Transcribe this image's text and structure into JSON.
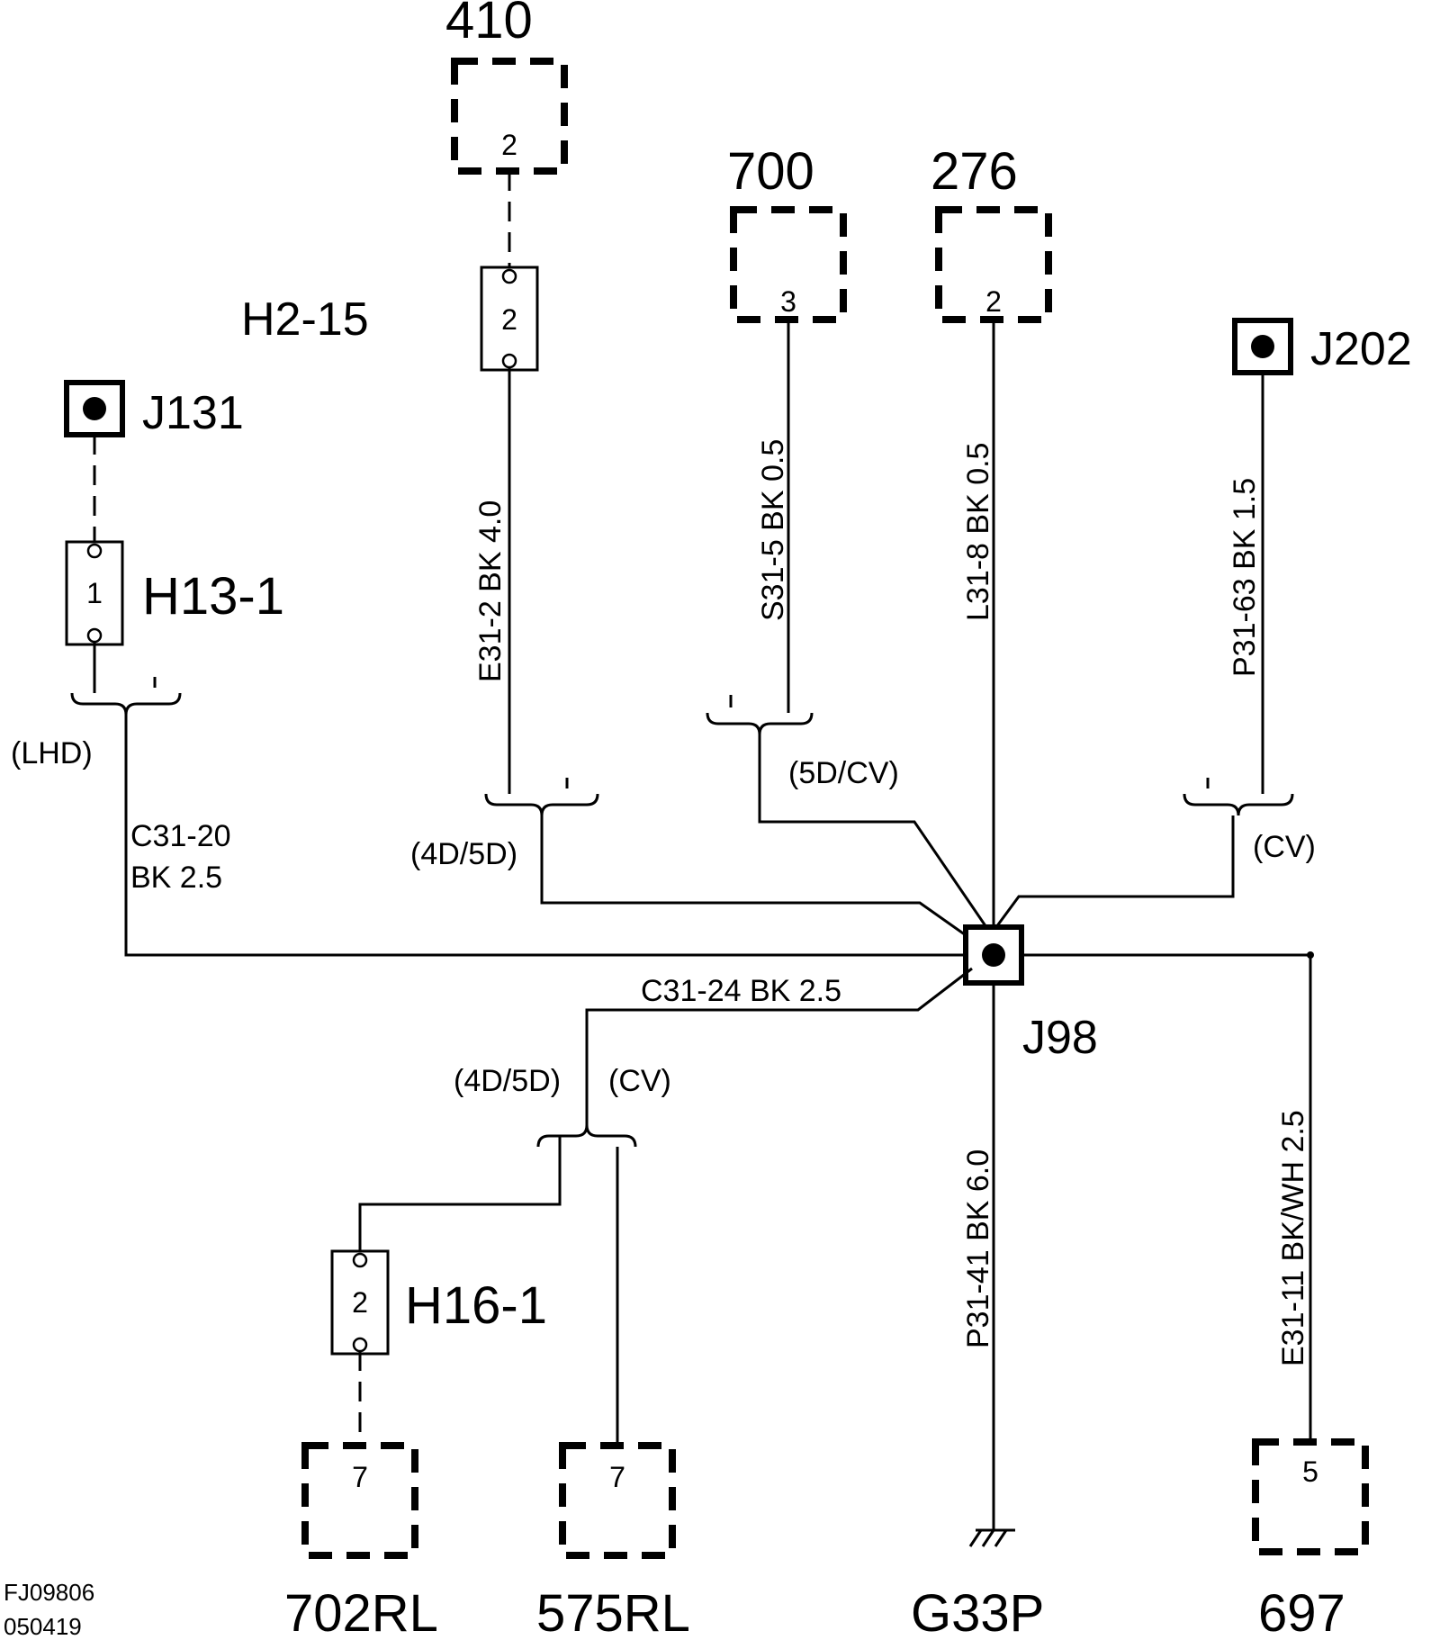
{
  "components": {
    "c410": {
      "id": "410",
      "pin": "2"
    },
    "c700": {
      "id": "700",
      "pin": "3"
    },
    "c276": {
      "id": "276",
      "pin": "2"
    },
    "c702": {
      "id": "702RL",
      "pin": "7"
    },
    "c575": {
      "id": "575RL",
      "pin": "7"
    },
    "c697": {
      "id": "697",
      "pin": "5"
    }
  },
  "connectors": {
    "h215": {
      "id": "H2-15",
      "pin": "2"
    },
    "h131": {
      "id": "H13-1",
      "pin": "1"
    },
    "h161": {
      "id": "H16-1",
      "pin": "2"
    }
  },
  "splices": {
    "j131": "J131",
    "j202": "J202",
    "j98": "J98"
  },
  "ground": "G33P",
  "wires": {
    "e31_2": "E31-2  BK  4.0",
    "s31_5": "S31-5  BK  0.5",
    "l31_8": "L31-8  BK  0.5",
    "p31_63": "P31-63  BK  1.5",
    "c31_20_line1": "C31-20",
    "c31_20_line2": "BK  2.5",
    "c31_24": "C31-24  BK  2.5",
    "p31_41": "P31-41  BK  6.0",
    "e31_11": "E31-11  BK/WH  2.5"
  },
  "options": {
    "lhd": "(LHD)",
    "d45_top": "(4D/5D)",
    "d5cv": "(5D/CV)",
    "cv_right": "(CV)",
    "d45_bottom": "(4D/5D)",
    "cv_bottom": "(CV)"
  },
  "footer": {
    "code1": "FJ09806",
    "code2": "050419"
  }
}
